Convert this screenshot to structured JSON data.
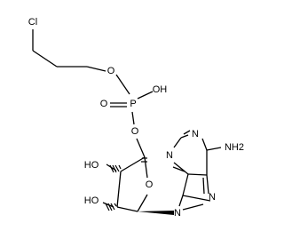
{
  "molecule": {
    "atom_labels": {
      "cl": "Cl",
      "o_ester1": "O",
      "p": "P",
      "o_double": "O",
      "oh_p": "OH",
      "o_ester2": "O",
      "oh_c3": "HO",
      "oh_c2": "HO",
      "o_ring": "O",
      "n9": "N",
      "n7": "N",
      "n3": "N",
      "n1": "N",
      "nh2": "NH2"
    }
  }
}
